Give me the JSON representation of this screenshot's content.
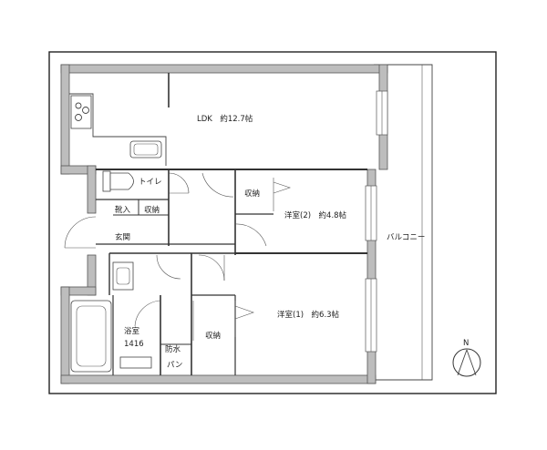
{
  "rooms": {
    "ldk": "LDK　約12.7帖",
    "toilet": "トイレ",
    "closet_storage": "収納",
    "western2": "洋室(2)　約4.8帖",
    "shoe_storage": "靴入",
    "entrance_storage": "収納",
    "entrance": "玄関",
    "balcony": "バルコニー",
    "bath": "浴室",
    "bath_size": "1416",
    "storage_1": "収納",
    "western1": "洋室(1)　約6.3帖",
    "waterproof_pan_1": "防水",
    "waterproof_pan_2": "パン"
  },
  "compass": {
    "north_label": "N"
  }
}
